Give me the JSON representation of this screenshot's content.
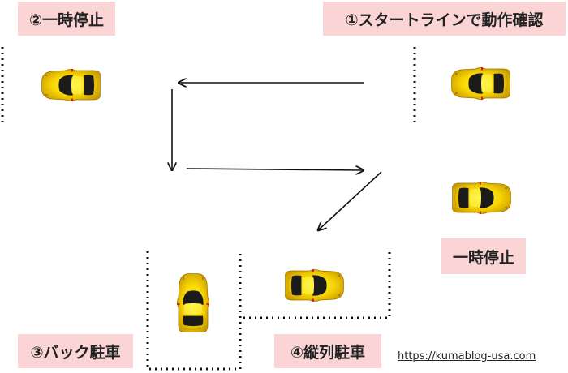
{
  "labels": {
    "start": "①スタートラインで動作確認",
    "stop2": "②一時停止",
    "stop": "一時停止",
    "back_parking": "③バック駐車",
    "parallel_parking": "④縦列駐車"
  },
  "url": "https://kumablog-usa.com",
  "colors": {
    "car_body": "#f5d000",
    "car_highlight": "#fff200",
    "car_glass": "#1b1b1b",
    "tail_light": "#e01b1b",
    "label_bg": "#fbd5d5"
  }
}
